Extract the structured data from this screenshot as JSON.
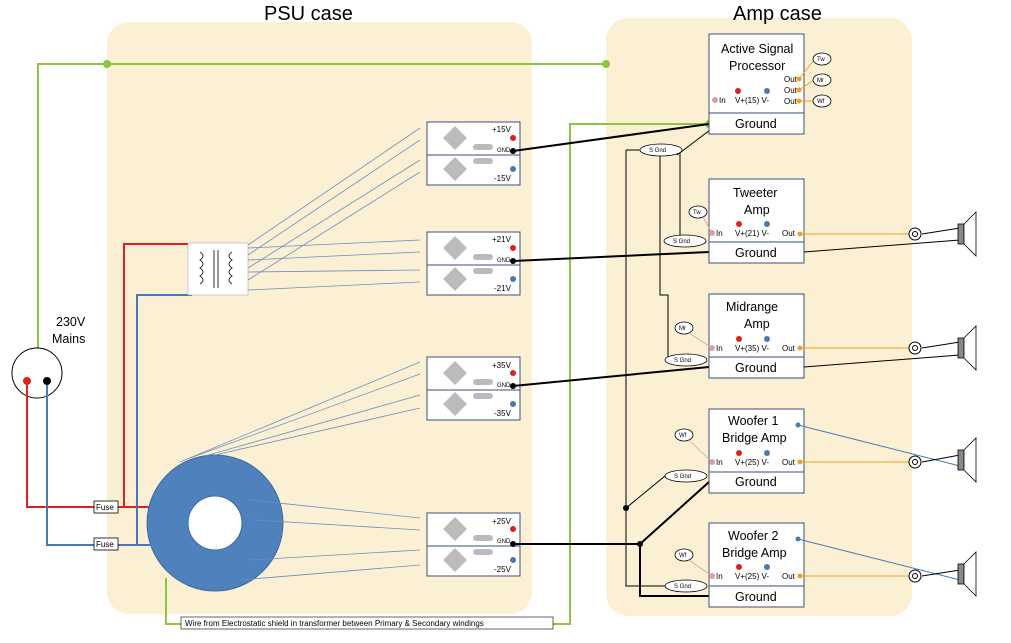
{
  "titles": {
    "psu": "PSU case",
    "amp": "Amp case"
  },
  "mains": {
    "line1": "230V",
    "line2": "Mains"
  },
  "fuse": {
    "label": "Fuse"
  },
  "shield_note": "Wire  from  Electrostatic  shield  in transformer  between  Primary  &  Secondary  windings",
  "common": {
    "ground": "Ground",
    "sgnd": "S Gnd",
    "in": "In",
    "out": "Out",
    "gnd": "GND"
  },
  "psu_modules": [
    {
      "pos": "+15V",
      "neg": "-15V"
    },
    {
      "pos": "+21V",
      "neg": "-21V"
    },
    {
      "pos": "+35V",
      "neg": "-35V"
    },
    {
      "pos": "+25V",
      "neg": "-25V"
    }
  ],
  "processor": {
    "line1": "Active Signal",
    "line2": "Processor",
    "rail": "V+(15)  V-",
    "outputs": [
      "Out",
      "Out",
      "Out"
    ],
    "tags": [
      "Tw",
      "Mr",
      "Wf"
    ]
  },
  "amps": [
    {
      "line1": "Tweeter",
      "line2": "Amp",
      "rail": "V+(21) V-",
      "tag": "Tw"
    },
    {
      "line1": "Midrange",
      "line2": "Amp",
      "rail": "V+(35) V-",
      "tag": "Mr"
    },
    {
      "line1": "Woofer 1",
      "line2": "Bridge Amp",
      "rail": "V+(25) V-",
      "tag": "Wf"
    },
    {
      "line1": "Woofer 2",
      "line2": "Bridge Amp",
      "rail": "V+(25) V-",
      "tag": "Wf"
    }
  ],
  "colors": {
    "case_fill": "#fcf0d4",
    "wire_green": "#8cc63f",
    "wire_red": "#e02020",
    "wire_blue": "#4a78b0",
    "wire_orange": "#f0a020",
    "toroid": "#4f81bd"
  }
}
